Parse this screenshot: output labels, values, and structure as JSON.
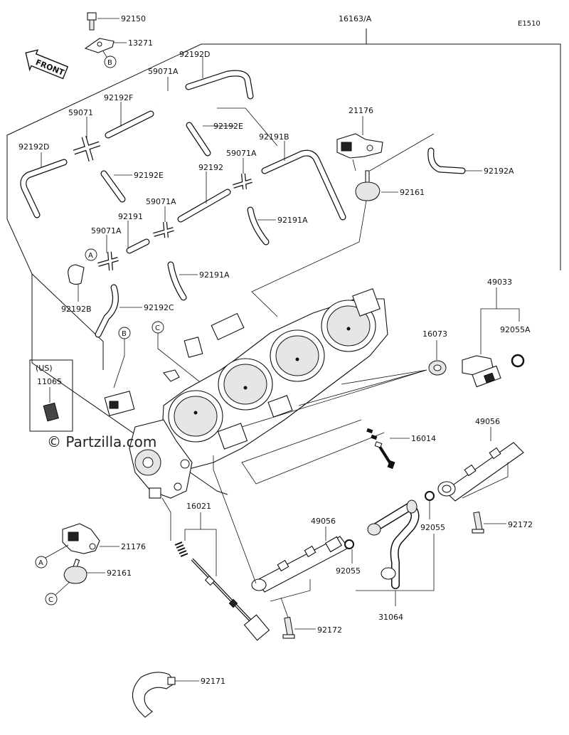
{
  "figure_code": "E1510",
  "watermark": "© Partzilla.com",
  "front_label": "FRONT",
  "us_label": "(US)",
  "callout_letters": [
    "A",
    "B",
    "C"
  ],
  "labels": {
    "p92150": "92150",
    "p13271": "13271",
    "p16163": "16163/A",
    "p92192D_top": "92192D",
    "p59071A_top": "59071A",
    "p92192F": "92192F",
    "p59071": "59071",
    "p92192E_mid": "92192E",
    "p92192D_left": "92192D",
    "p92192E_low": "92192E",
    "p92191B": "92191B",
    "p59071A_mid": "59071A",
    "p92192": "92192",
    "p59071A_low": "59071A",
    "p92191": "92191",
    "p59071A_left": "59071A",
    "p92191A_right": "92191A",
    "p92191A_low": "92191A",
    "p92192B": "92192B",
    "p92192C": "92192C",
    "p21176_top": "21176",
    "p92161_top": "92161",
    "p92192A": "92192A",
    "p49033": "49033",
    "p16073": "16073",
    "p92055A": "92055A",
    "p11065": "11065",
    "p16014": "16014",
    "p49056_right": "49056",
    "p16021": "16021",
    "p49056_low": "49056",
    "p92055_right": "92055",
    "p92172_right": "92172",
    "p21176_low": "21176",
    "p92161_low": "92161",
    "p92055_low": "92055",
    "p31064": "31064",
    "p92172_low": "92172",
    "p92171": "92171"
  }
}
